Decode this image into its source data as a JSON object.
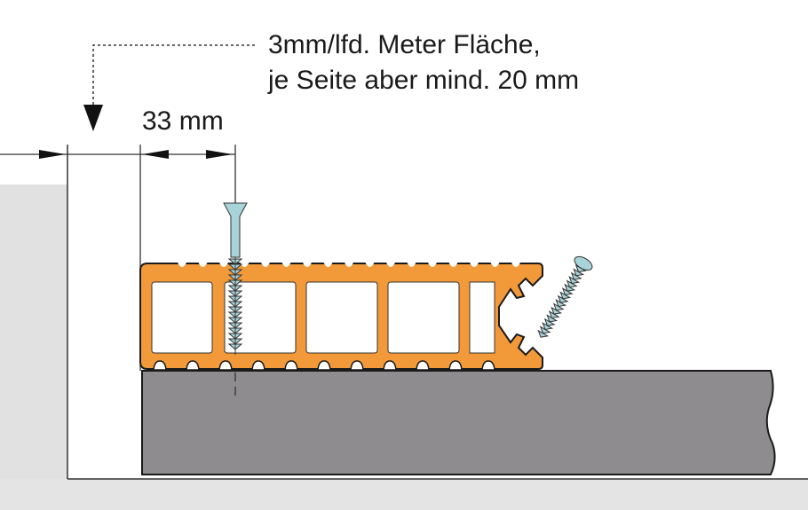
{
  "annotation": {
    "line1": "3mm/lfd. Meter Fläche,",
    "line2": "je Seite aber mind. 20 mm"
  },
  "dimension": {
    "label": "33 mm"
  },
  "colors": {
    "profile": "#f29a3a",
    "substructure": "#8e8c8e",
    "wall": "#e1e1e1",
    "screw": "#a8d3d8",
    "outline": "#1a1a1a"
  }
}
